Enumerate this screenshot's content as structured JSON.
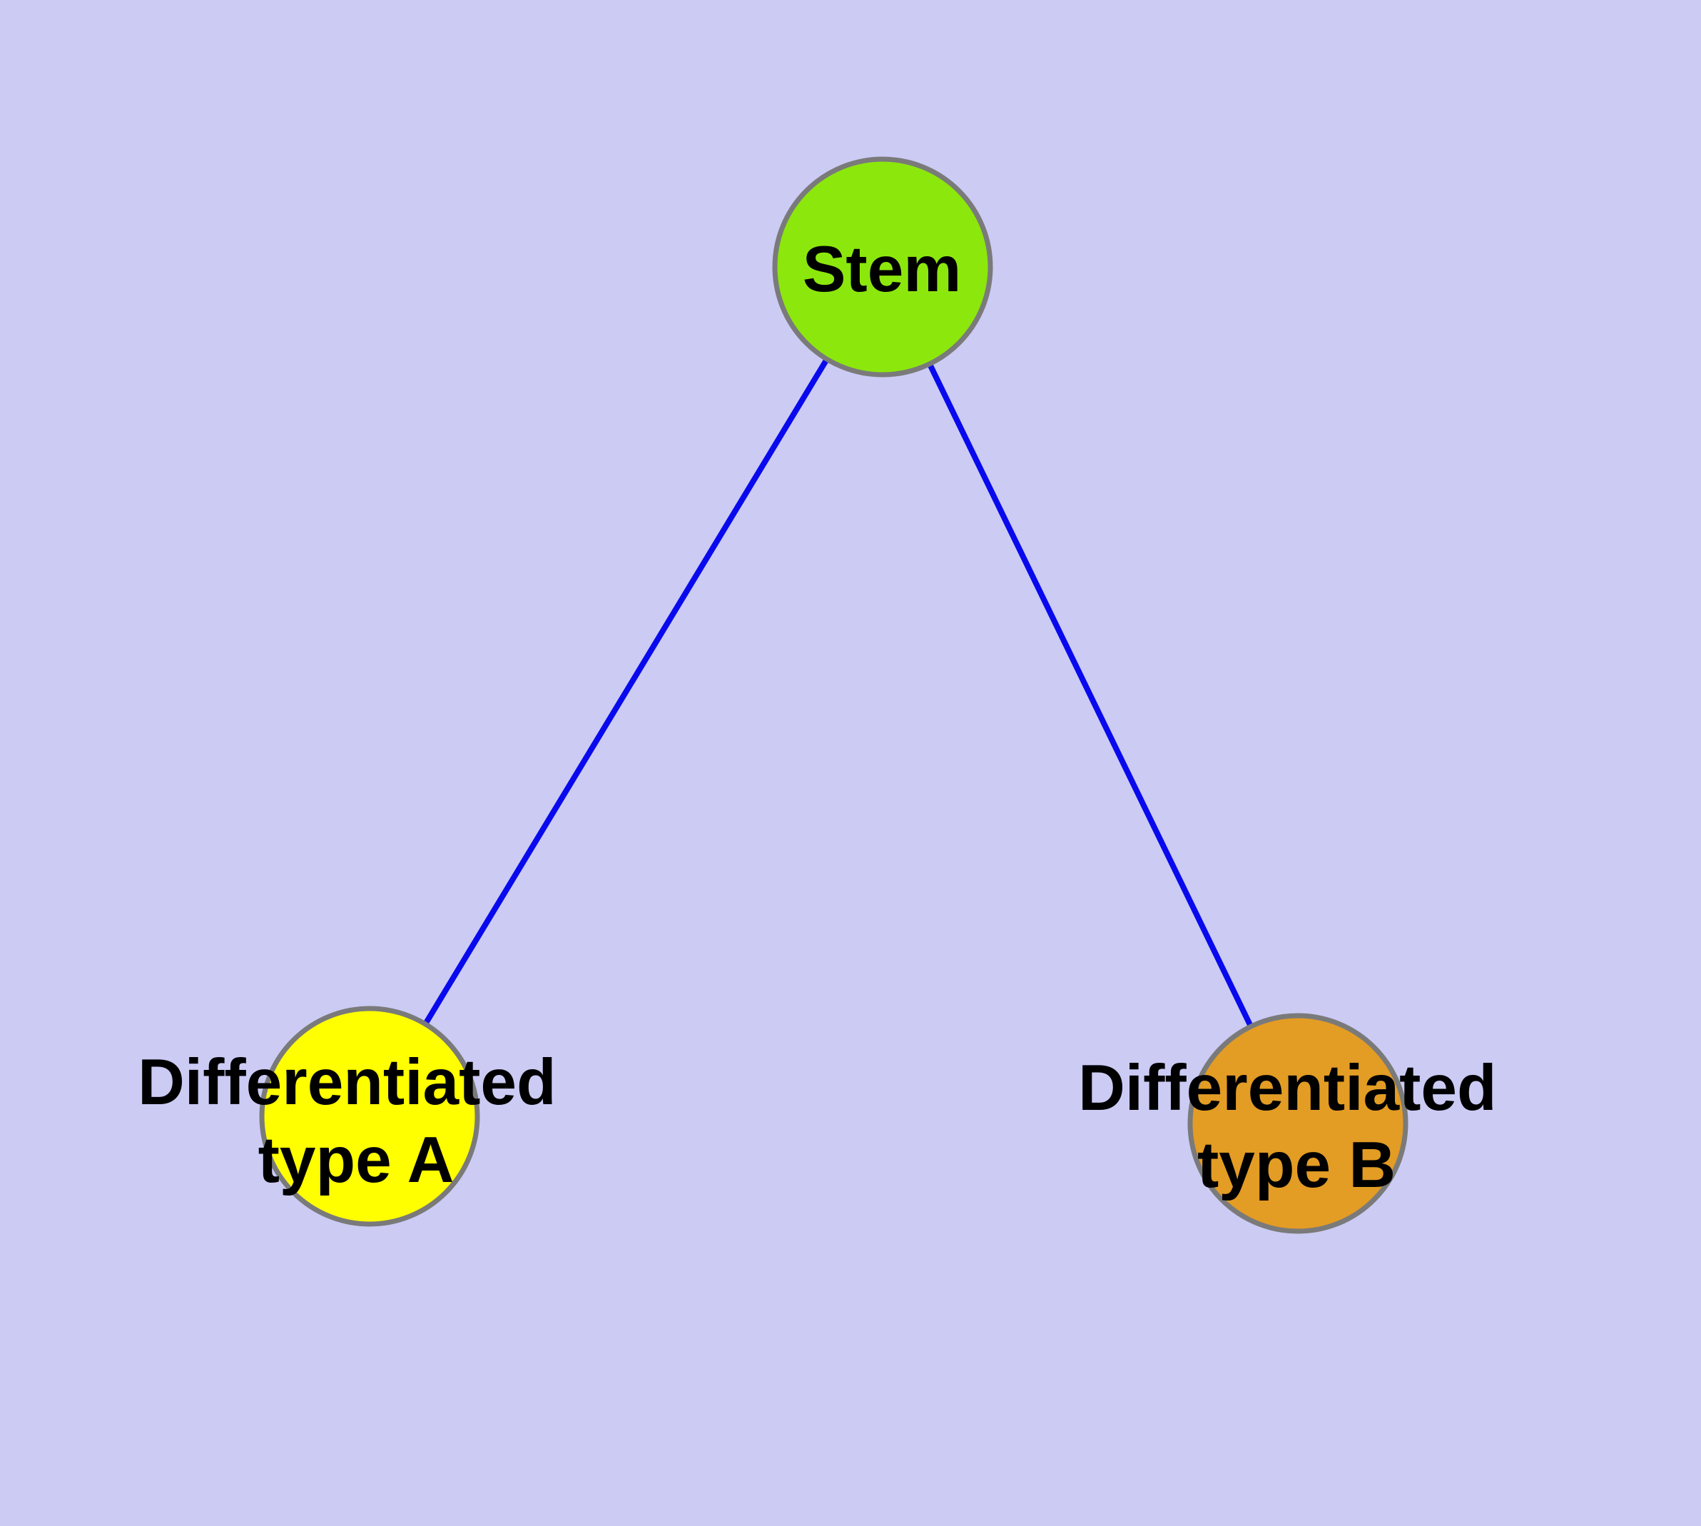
{
  "diagram": {
    "description": "Cell differentiation graph: a stem cell node linked to two differentiated cell type nodes",
    "background_color": "#CBCBF4",
    "edge_color": "#0909EE",
    "node_border_color": "#7A7A7A",
    "text_color": "#000000",
    "nodes": [
      {
        "id": "stem",
        "label": "Stem",
        "label_line1": "Stem",
        "label_line2": "",
        "color": "#8CE80C"
      },
      {
        "id": "differentiated-type-a",
        "label": "Differentiated type A",
        "label_line1": "Differentiated",
        "label_line2": "type A",
        "color": "#FFFF00"
      },
      {
        "id": "differentiated-type-b",
        "label": "Differentiated type B",
        "label_line1": "Differentiated",
        "label_line2": "type B",
        "color": "#E39C24"
      }
    ],
    "edges": [
      {
        "from": "Stem",
        "to": "Differentiated type A"
      },
      {
        "from": "Stem",
        "to": "Differentiated type B"
      }
    ]
  }
}
